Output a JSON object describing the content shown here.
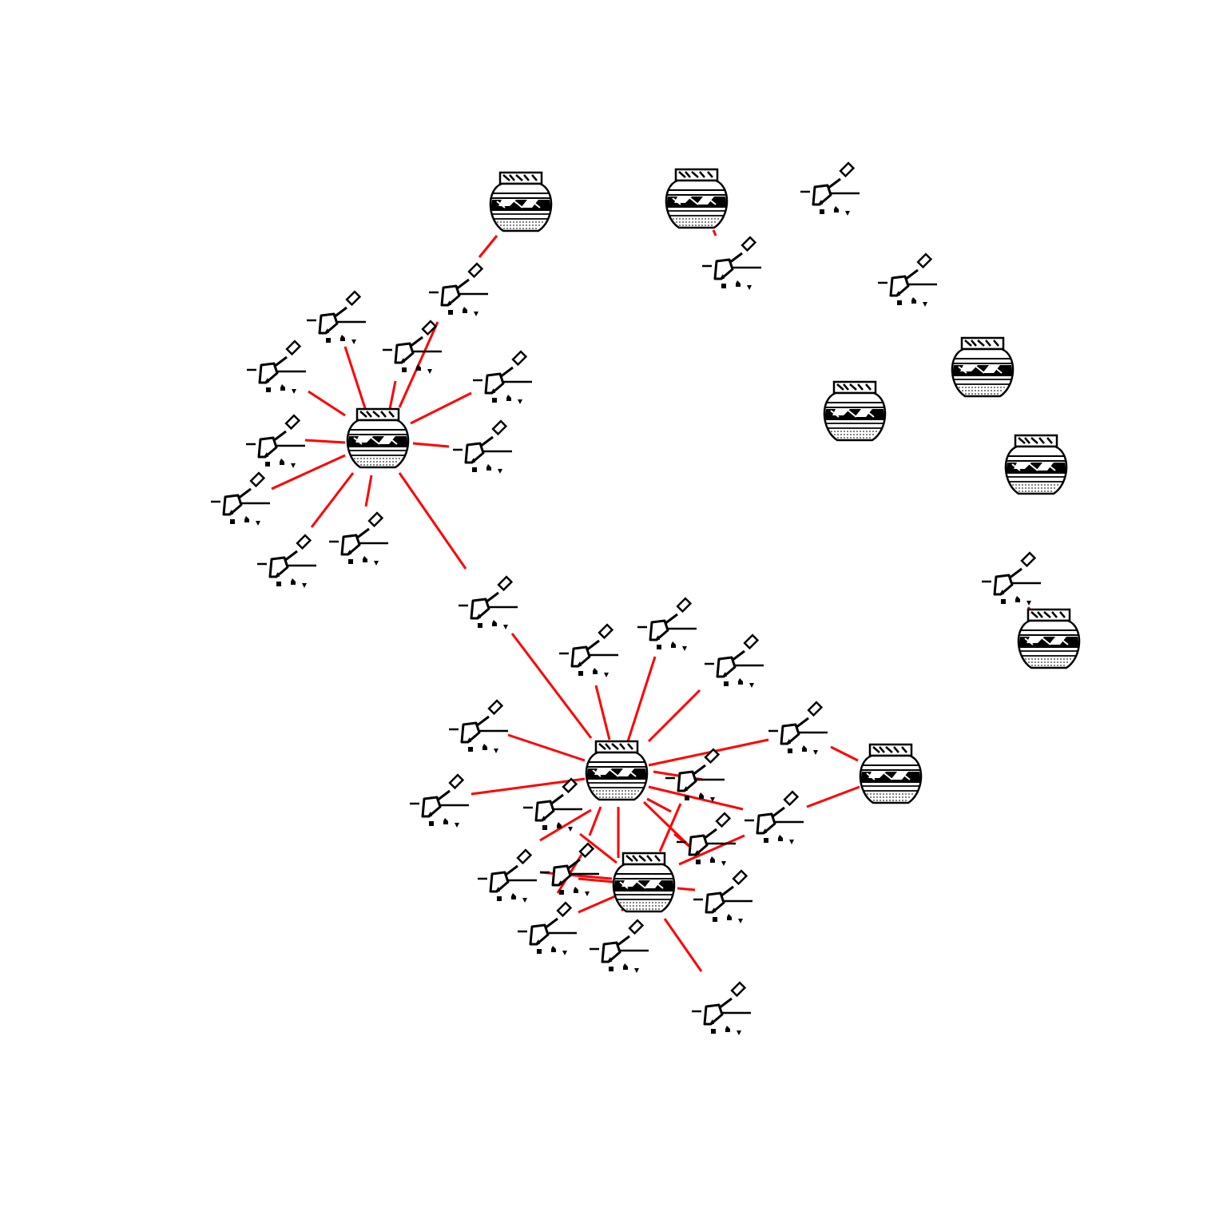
{
  "diagram": {
    "type": "network-graph",
    "background": "#ffffff",
    "edge_color": "#ff0000",
    "node_types": {
      "pot": {
        "icon": "pottery-vessel-icon",
        "color": "#000000"
      },
      "site": {
        "icon": "trowel-excavation-icon",
        "color": "#000000"
      }
    },
    "node_count": 52,
    "edge_count": 47
  }
}
